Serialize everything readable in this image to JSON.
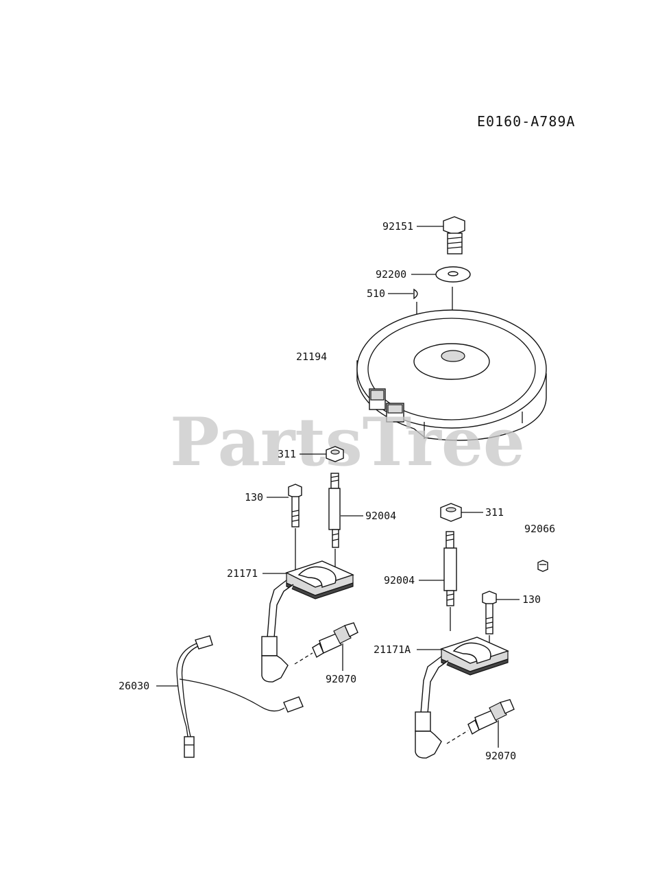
{
  "diagram": {
    "reference_code": "E0160-A789A",
    "watermark": "PartsTree",
    "parts": [
      {
        "id": "flywheel-bolt",
        "number": "92151"
      },
      {
        "id": "flywheel-washer",
        "number": "92200"
      },
      {
        "id": "flywheel-key",
        "number": "510"
      },
      {
        "id": "flywheel",
        "number": "21194"
      },
      {
        "id": "nut-left",
        "number": "311"
      },
      {
        "id": "bolt-left",
        "number": "130"
      },
      {
        "id": "stud-left",
        "number": "92004"
      },
      {
        "id": "coil-left",
        "number": "21171"
      },
      {
        "id": "spark-plug-left",
        "number": "92070"
      },
      {
        "id": "lead-wire",
        "number": "26030"
      },
      {
        "id": "nut-right",
        "number": "311"
      },
      {
        "id": "nut-small",
        "number": "92066"
      },
      {
        "id": "stud-right",
        "number": "92004"
      },
      {
        "id": "bolt-right",
        "number": "130"
      },
      {
        "id": "coil-right",
        "number": "21171A"
      },
      {
        "id": "spark-plug-right",
        "number": "92070"
      }
    ]
  }
}
